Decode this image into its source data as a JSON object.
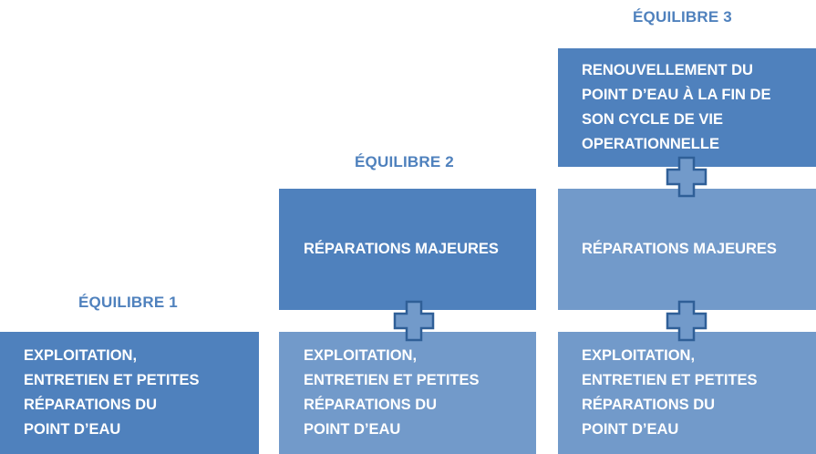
{
  "titles": {
    "eq1": "ÉQUILIBRE 1",
    "eq2": "ÉQUILIBRE 2",
    "eq3": "ÉQUILIBRE 3"
  },
  "boxes": {
    "exploitation": [
      "EXPLOITATION,",
      "ENTRETIEN ET PETITES",
      "RÉPARATIONS DU",
      "POINT D’EAU"
    ],
    "reparations": "RÉPARATIONS MAJEURES",
    "renouvellement": [
      "RENOUVELLEMENT DU",
      "POINT D’EAU À LA FIN DE",
      "SON CYCLE DE VIE",
      "OPERATIONNELLE"
    ]
  },
  "colors": {
    "title": "#4f81bd",
    "dark_box": "#4f81bd",
    "light_box": "#729aca",
    "plus_fill": "#729aca",
    "plus_stroke": "#2f5f97"
  }
}
